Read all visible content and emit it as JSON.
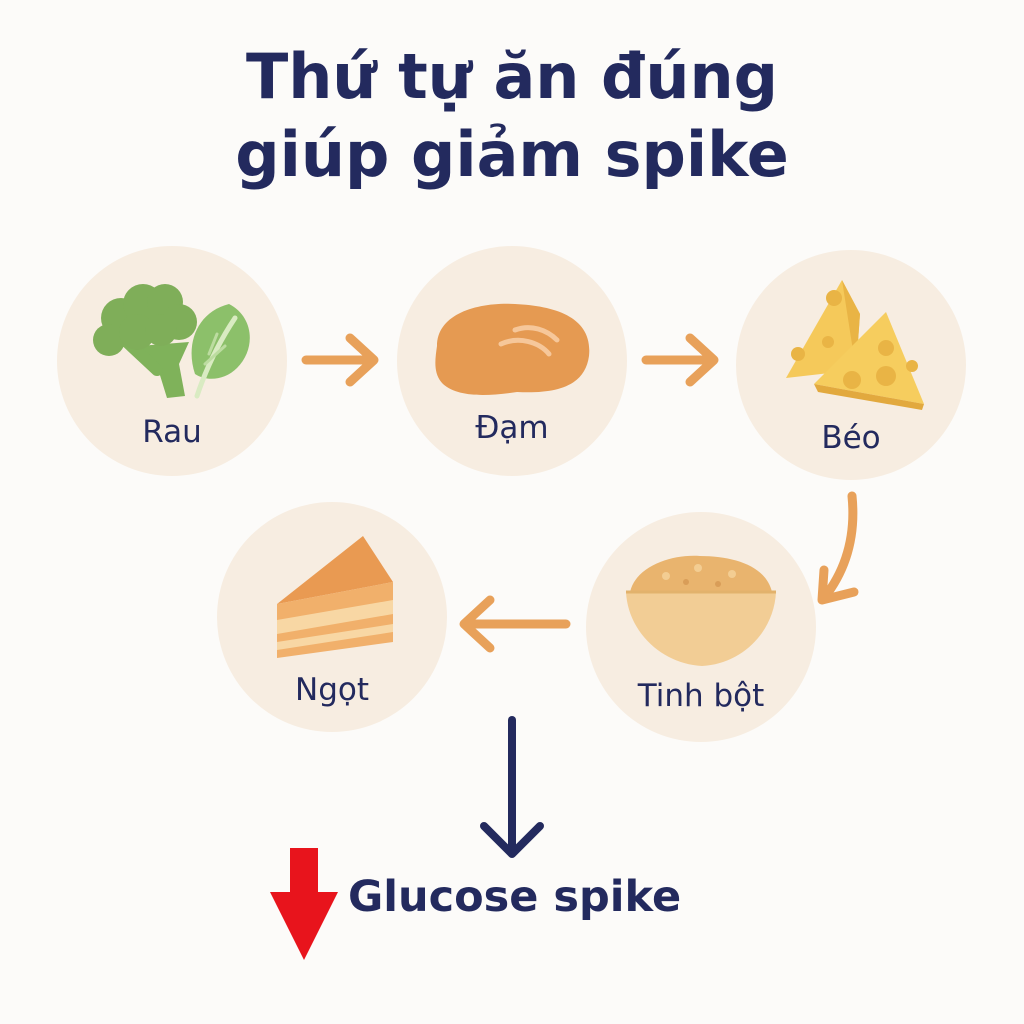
{
  "title": {
    "line1": "Thứ tự ăn đúng",
    "line2": "giúp giảm spike"
  },
  "steps": [
    {
      "label": "Rau",
      "icon": "vegetable-icon"
    },
    {
      "label": "Đạm",
      "icon": "protein-icon"
    },
    {
      "label": "Béo",
      "icon": "cheese-icon"
    },
    {
      "label": "Tinh bột",
      "icon": "rice-bowl-icon"
    },
    {
      "label": "Ngọt",
      "icon": "cake-icon"
    }
  ],
  "result": {
    "label": "Glucose spike",
    "icon": "down-arrow-icon"
  },
  "colors": {
    "title": "#232a5e",
    "circle": "#f7ede1",
    "flow_arrow": "#e8a15a",
    "outcome_arrow": "#232a5e",
    "decrease_arrow": "#e8141c"
  }
}
